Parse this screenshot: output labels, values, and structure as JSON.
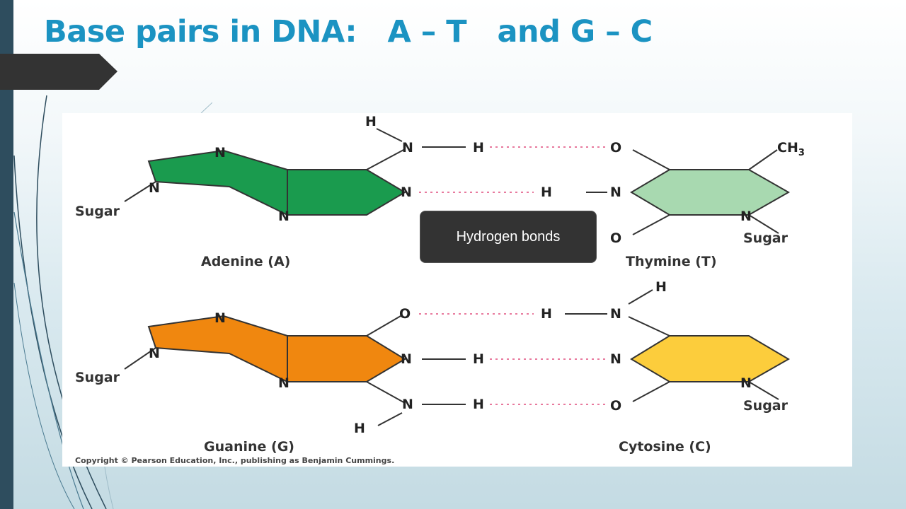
{
  "slide": {
    "title": "Base pairs in DNA:   A – T   and G – C"
  },
  "callout": {
    "text": "Hydrogen bonds"
  },
  "figure": {
    "atoms": {
      "N": "N",
      "H": "H",
      "O": "O",
      "CH": "CH",
      "three": "3"
    },
    "sugar": "Sugar",
    "labels": {
      "adenine": "Adenine (A)",
      "thymine": "Thymine (T)",
      "guanine": "Guanine (G)",
      "cytosine": "Cytosine (C)"
    },
    "copyright": "Copyright © Pearson Education, Inc., publishing as Benjamin Cummings.",
    "colors": {
      "adenine": "#1a9b4e",
      "thymine": "#a8d9b0",
      "guanine": "#f0870f",
      "cytosine": "#fccd3c",
      "hbond": "#e87a9e"
    }
  }
}
